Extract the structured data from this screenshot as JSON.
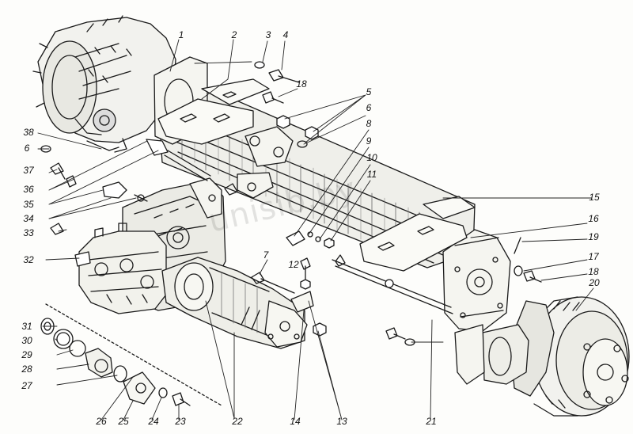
{
  "figure": {
    "labels": [
      {
        "id": "1",
        "text": "1"
      },
      {
        "id": "2",
        "text": "2"
      },
      {
        "id": "3",
        "text": "3"
      },
      {
        "id": "4",
        "text": "4"
      },
      {
        "id": "18a",
        "text": "18"
      },
      {
        "id": "5",
        "text": "5"
      },
      {
        "id": "6a",
        "text": "6"
      },
      {
        "id": "8",
        "text": "8"
      },
      {
        "id": "9",
        "text": "9"
      },
      {
        "id": "10",
        "text": "10"
      },
      {
        "id": "11",
        "text": "11"
      },
      {
        "id": "15",
        "text": "15"
      },
      {
        "id": "16",
        "text": "16"
      },
      {
        "id": "19",
        "text": "19"
      },
      {
        "id": "17",
        "text": "17"
      },
      {
        "id": "18b",
        "text": "18"
      },
      {
        "id": "20",
        "text": "20"
      },
      {
        "id": "38",
        "text": "38"
      },
      {
        "id": "6b",
        "text": "6"
      },
      {
        "id": "37",
        "text": "37"
      },
      {
        "id": "36",
        "text": "36"
      },
      {
        "id": "35",
        "text": "35"
      },
      {
        "id": "34",
        "text": "34"
      },
      {
        "id": "33",
        "text": "33"
      },
      {
        "id": "32",
        "text": "32"
      },
      {
        "id": "7",
        "text": "7"
      },
      {
        "id": "12",
        "text": "12"
      },
      {
        "id": "31",
        "text": "31"
      },
      {
        "id": "30",
        "text": "30"
      },
      {
        "id": "29",
        "text": "29"
      },
      {
        "id": "28",
        "text": "28"
      },
      {
        "id": "27",
        "text": "27"
      },
      {
        "id": "26",
        "text": "26"
      },
      {
        "id": "25",
        "text": "25"
      },
      {
        "id": "24",
        "text": "24"
      },
      {
        "id": "23",
        "text": "23"
      },
      {
        "id": "22",
        "text": "22"
      },
      {
        "id": "14",
        "text": "14"
      },
      {
        "id": "13",
        "text": "13"
      },
      {
        "id": "21",
        "text": "21"
      }
    ],
    "watermark": "unisib.by"
  }
}
